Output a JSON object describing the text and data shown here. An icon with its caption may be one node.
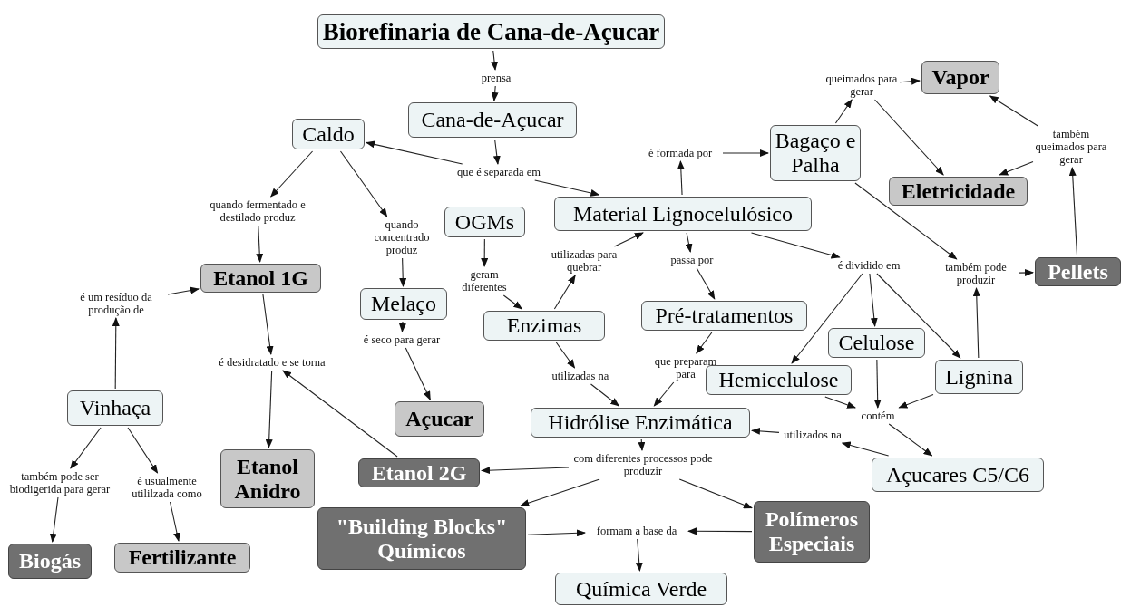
{
  "diagram": {
    "nodes": [
      {
        "text": [
          "Biorefinaria de Cana-de-Açucar"
        ]
      },
      {
        "text": [
          "prensa"
        ]
      },
      {
        "text": [
          "Cana-de-Açucar"
        ]
      },
      {
        "text": [
          "que é separada em"
        ]
      },
      {
        "text": [
          "Caldo"
        ]
      },
      {
        "text": [
          "quando fermentado e destilado produz"
        ]
      },
      {
        "text": [
          "quando concentrado produz"
        ]
      },
      {
        "text": [
          "OGMs"
        ]
      },
      {
        "text": [
          "Material Lignocelulósico"
        ]
      },
      {
        "text": [
          "é formada por"
        ]
      },
      {
        "text": [
          "Bagaço e Palha"
        ]
      },
      {
        "text": [
          "queimados para gerar"
        ]
      },
      {
        "text": [
          "Vapor"
        ]
      },
      {
        "text": [
          "Eletricidade"
        ]
      },
      {
        "text": [
          "também queimados para gerar"
        ]
      },
      {
        "text": [
          "Etanol 1G"
        ]
      },
      {
        "text": [
          "Melaço"
        ]
      },
      {
        "text": [
          "geram diferentes"
        ]
      },
      {
        "text": [
          "utilizadas para quebrar"
        ]
      },
      {
        "text": [
          "passa por"
        ]
      },
      {
        "text": [
          "é dividido em"
        ]
      },
      {
        "text": [
          "também pode produzir"
        ]
      },
      {
        "text": [
          "Pellets"
        ]
      },
      {
        "text": [
          "é um resíduo da produção de"
        ]
      },
      {
        "text": [
          "Enzimas"
        ]
      },
      {
        "text": [
          "Pré-tratamentos"
        ]
      },
      {
        "text": [
          "é seco para gerar"
        ]
      },
      {
        "text": [
          "Celulose"
        ]
      },
      {
        "text": [
          "é desidratado e se torna"
        ]
      },
      {
        "text": [
          "que preparam para"
        ]
      },
      {
        "text": [
          "utilizadas na"
        ]
      },
      {
        "text": [
          "Hemicelulose"
        ]
      },
      {
        "text": [
          "Lignina"
        ]
      },
      {
        "text": [
          "Vinhaça"
        ]
      },
      {
        "text": [
          "Hidrólise Enzimática"
        ]
      },
      {
        "text": [
          "Açucar"
        ]
      },
      {
        "text": [
          "contém"
        ]
      },
      {
        "text": [
          "utilizados na"
        ]
      },
      {
        "text": [
          "Etanol 2G"
        ]
      },
      {
        "text": [
          "Etanol Anidro"
        ]
      },
      {
        "text": [
          "com diferentes processos pode produzir"
        ]
      },
      {
        "text": [
          "Açucares C5/C6"
        ]
      },
      {
        "text": [
          "também pode ser biodigerida para gerar"
        ]
      },
      {
        "text": [
          "é usualmente utililzada como"
        ]
      },
      {
        "text": [
          "\"Building Blocks\" Químicos"
        ]
      },
      {
        "text": [
          "Polímeros Especiais"
        ]
      },
      {
        "text": [
          "formam a base da"
        ]
      },
      {
        "text": [
          "Biogás"
        ]
      },
      {
        "text": [
          "Fertilizante"
        ]
      },
      {
        "text": [
          "Química Verde"
        ]
      }
    ],
    "edges": [
      {
        "from": 0,
        "to": 1,
        "arrow": "to"
      },
      {
        "from": 1,
        "to": 2,
        "arrow": "to"
      },
      {
        "from": 2,
        "to": 3,
        "arrow": "to"
      },
      {
        "from": 3,
        "to": 4,
        "arrow": "to"
      },
      {
        "from": 3,
        "to": 8,
        "arrow": "to"
      },
      {
        "from": 4,
        "to": 5,
        "arrow": "to"
      },
      {
        "from": 4,
        "to": 6,
        "arrow": "to"
      },
      {
        "from": 5,
        "to": 15,
        "arrow": "to"
      },
      {
        "from": 6,
        "to": 16,
        "arrow": "to"
      },
      {
        "from": 7,
        "to": 17,
        "arrow": "to"
      },
      {
        "from": 17,
        "to": 24,
        "arrow": "to"
      },
      {
        "from": 24,
        "to": 18,
        "arrow": "to"
      },
      {
        "from": 18,
        "to": 8,
        "arrow": "to"
      },
      {
        "from": 8,
        "to": 9,
        "arrow": "to"
      },
      {
        "from": 9,
        "to": 10,
        "arrow": "to"
      },
      {
        "from": 10,
        "to": 11,
        "arrow": "to"
      },
      {
        "from": 11,
        "to": 12,
        "arrow": "to"
      },
      {
        "from": 11,
        "to": 13,
        "arrow": "to"
      },
      {
        "from": 14,
        "to": 12,
        "arrow": "to"
      },
      {
        "from": 14,
        "to": 13,
        "arrow": "to"
      },
      {
        "from": 22,
        "to": 14,
        "arrow": "to"
      },
      {
        "from": 10,
        "to": 21,
        "arrow": "to"
      },
      {
        "from": 21,
        "to": 22,
        "arrow": "to"
      },
      {
        "from": 32,
        "to": 21,
        "arrow": "to"
      },
      {
        "from": 8,
        "to": 19,
        "arrow": "to"
      },
      {
        "from": 19,
        "to": 25,
        "arrow": "to"
      },
      {
        "from": 8,
        "to": 20,
        "arrow": "to"
      },
      {
        "from": 20,
        "to": 31,
        "arrow": "to"
      },
      {
        "from": 20,
        "to": 27,
        "arrow": "to"
      },
      {
        "from": 20,
        "to": 32,
        "arrow": "to"
      },
      {
        "from": 25,
        "to": 29,
        "arrow": "to"
      },
      {
        "from": 29,
        "to": 34,
        "arrow": "to"
      },
      {
        "from": 24,
        "to": 30,
        "arrow": "to"
      },
      {
        "from": 30,
        "to": 34,
        "arrow": "to"
      },
      {
        "from": 31,
        "to": 36,
        "arrow": "to"
      },
      {
        "from": 27,
        "to": 36,
        "arrow": "to"
      },
      {
        "from": 32,
        "to": 36,
        "arrow": "to"
      },
      {
        "from": 36,
        "to": 41,
        "arrow": "to"
      },
      {
        "from": 41,
        "to": 37,
        "arrow": "to"
      },
      {
        "from": 37,
        "to": 34,
        "arrow": "to"
      },
      {
        "from": 34,
        "to": 40,
        "arrow": "to"
      },
      {
        "from": 40,
        "to": 38,
        "arrow": "to"
      },
      {
        "from": 40,
        "to": 44,
        "arrow": "to"
      },
      {
        "from": 40,
        "to": 45,
        "arrow": "to"
      },
      {
        "from": 44,
        "to": 46,
        "arrow": "to"
      },
      {
        "from": 45,
        "to": 46,
        "arrow": "to"
      },
      {
        "from": 46,
        "to": 49,
        "arrow": "to"
      },
      {
        "from": 15,
        "to": 28,
        "arrow": "to"
      },
      {
        "from": 28,
        "to": 39,
        "arrow": "to"
      },
      {
        "from": 38,
        "to": 28,
        "arrow": "to"
      },
      {
        "from": 33,
        "to": 23,
        "arrow": "to"
      },
      {
        "from": 23,
        "to": 15,
        "arrow": "to"
      },
      {
        "from": 33,
        "to": 42,
        "arrow": "to"
      },
      {
        "from": 33,
        "to": 43,
        "arrow": "to"
      },
      {
        "from": 42,
        "to": 47,
        "arrow": "to"
      },
      {
        "from": 43,
        "to": 48,
        "arrow": "to"
      },
      {
        "from": 16,
        "to": 26,
        "arrow": "to"
      },
      {
        "from": 26,
        "to": 35,
        "arrow": "to"
      }
    ]
  }
}
